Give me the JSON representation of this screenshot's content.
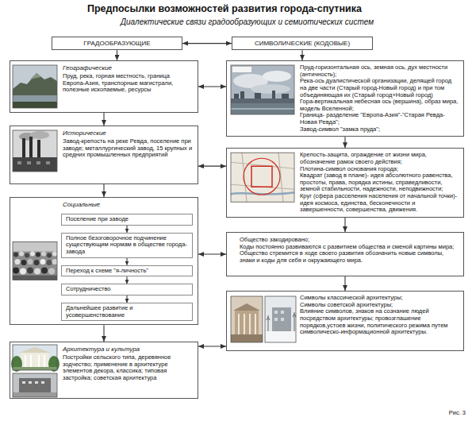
{
  "diagram": {
    "title": "Предпосылки возможностей развития города-спутника",
    "caption": "Рис. 3",
    "nodes": [
      {
        "text": [
          "ГРАДООБРАЗУЮЩИЕ"
        ]
      },
      {
        "text": [
          "СИМВОЛИЧЕСКИЕ (КОДОВЫЕ)"
        ]
      },
      {
        "text": [
          "Географические",
          "Пруд, река, горная местность, граница Европа-Азия, транспорные магистрали, полезные ископаемые, ресурсы"
        ]
      },
      {
        "text": [
          "Пруд-горизонтальная ось, земная ось, дух местности (античность);",
          "Река-ось дуалистической организации, делящей город на две части (Старый город-Новый город) и при том объединяющая их (Старый город+Новый город)",
          "Гора-вертикальная небесная ось (вершина), образ мира, модель Вселенной;",
          "Граница- разделение \"Европа-Азия\"-\"Старая Ревда-Новая Ревда\";",
          "Завод-символ \"замка пруда\";"
        ]
      },
      {
        "text": [
          "Исторические",
          "Завод-крепость на реке Ревда, поселение при заводе; металлургический завод, 15 крупных и средних промышленных предприятий"
        ]
      },
      {
        "text": [
          "Крепость-защита, ограждение от жизни мира, обозначение рамок своего действия;",
          "Плотина-символ основания города;",
          "Квадрат (завод в плане)- идея абсолютного равенства, простоты, права, порядка истины, справедливости, земной стабильности, надежности, неподвижности;",
          "Круг (сфера расселения населения от начальной точки)- идея космоса, единства, бесконечности и завершенности, совершенства, движения."
        ]
      },
      {
        "text": [
          "Социальные"
        ]
      },
      {
        "text": [
          "Поселение при заводе"
        ],
        "in": 6
      },
      {
        "text": [
          "Полное безоговорочное подчинение существующим нормам в обществе города-завода"
        ],
        "in": 6
      },
      {
        "text": [
          "Переход к схеме \"я-личность\""
        ],
        "in": 6
      },
      {
        "text": [
          "Сотрудничество"
        ],
        "in": 6
      },
      {
        "text": [
          "Дальнейшее развитие и усовершенствование"
        ],
        "in": 6
      },
      {
        "text": [
          "Общество закодировано;",
          "Коды постоянно развиваются с развитием общества и сменой картины мира;",
          "Общество стремится в ходе своего развития обозначить новые символы, знаки и коды для себя и окружающего мира."
        ]
      },
      {
        "text": [
          "Архитектура и культура",
          "Постройки сельского типа, деревянное зодчество; применение в архитектуре элементов декора, классика; типовая застройка; советская архитектура"
        ]
      },
      {
        "text": [
          "Символы классической архитектуры;",
          "Символы советской архитектуры;",
          "Влияние символов, знаков на сознание людей посредством архитектуры; провозглашение порядков,устоев жизни, политического режима путем символическо-информационной архитектуры."
        ]
      }
    ],
    "edges": [
      {
        "from": 0,
        "to": 1,
        "arrow": "both"
      },
      {
        "from": 0,
        "to": 2,
        "arrow": "to"
      },
      {
        "from": 1,
        "to": 3,
        "arrow": "to"
      },
      {
        "from": 2,
        "to": 3,
        "arrow": "both"
      },
      {
        "from": 2,
        "to": 4,
        "arrow": "to"
      },
      {
        "from": 3,
        "to": 5,
        "arrow": "to"
      },
      {
        "from": 4,
        "to": 5,
        "arrow": "both"
      },
      {
        "from": 4,
        "to": 6,
        "arrow": "to"
      },
      {
        "from": 7,
        "to": 8,
        "arrow": "to"
      },
      {
        "from": 8,
        "to": 9,
        "arrow": "to"
      },
      {
        "from": 9,
        "to": 10,
        "arrow": "to"
      },
      {
        "from": 10,
        "to": 11,
        "arrow": "to"
      },
      {
        "from": 5,
        "to": 12,
        "arrow": "to"
      },
      {
        "from": 6,
        "to": 12,
        "arrow": "both"
      },
      {
        "from": 6,
        "to": 13,
        "arrow": "to"
      },
      {
        "from": 12,
        "to": 14,
        "arrow": "to"
      },
      {
        "from": 13,
        "to": 14,
        "arrow": "both"
      }
    ],
    "labels": [
      "Диалектические связи градообразующих и семиотических систем"
    ]
  }
}
